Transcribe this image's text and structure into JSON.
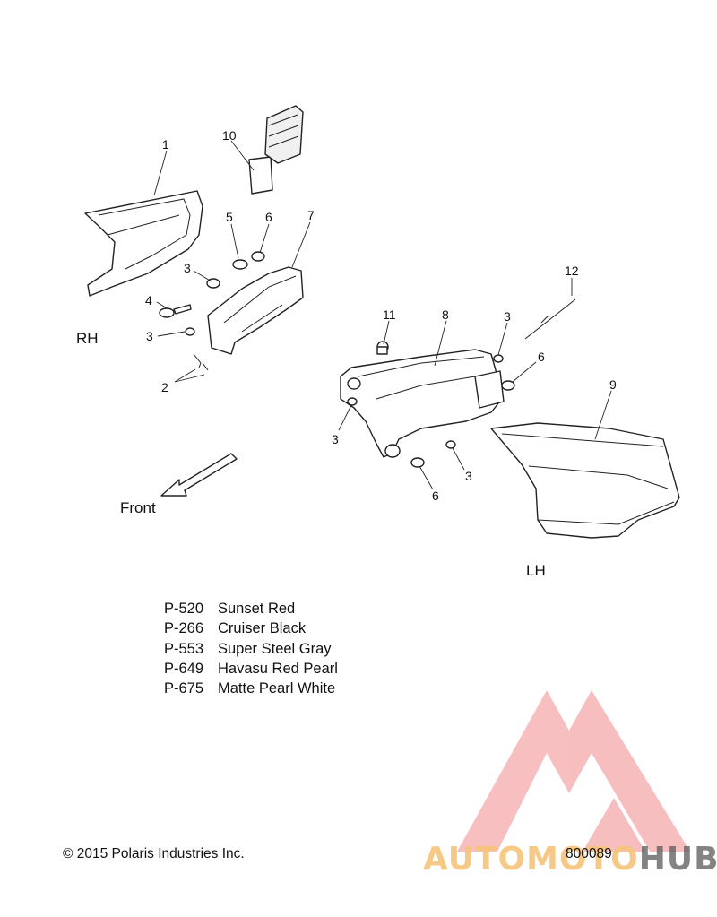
{
  "side_labels": {
    "right": "RH",
    "left": "LH",
    "direction": "Front"
  },
  "callouts": {
    "c1": "1",
    "c2": "2",
    "c3": "3",
    "c4": "4",
    "c5": "5",
    "c6": "6",
    "c7": "7",
    "c8": "8",
    "c9": "9",
    "c10": "10",
    "c11": "11",
    "c12": "12"
  },
  "color_options": [
    {
      "code": "P-520",
      "name": "Sunset Red"
    },
    {
      "code": "P-266",
      "name": "Cruiser Black"
    },
    {
      "code": "P-553",
      "name": "Super Steel Gray"
    },
    {
      "code": "P-649",
      "name": "Havasu Red Pearl"
    },
    {
      "code": "P-675",
      "name": "Matte Pearl White"
    }
  ],
  "copyright": "© 2015 Polaris Industries Inc.",
  "diagram_number": "800089",
  "watermark": {
    "part1": "AUTOMOTO",
    "part2": "HUB"
  },
  "colors": {
    "watermark_red": "#f08a8a",
    "watermark_orange": "#f6c47a",
    "watermark_gray": "#5a5a5a",
    "line": "#222222"
  }
}
